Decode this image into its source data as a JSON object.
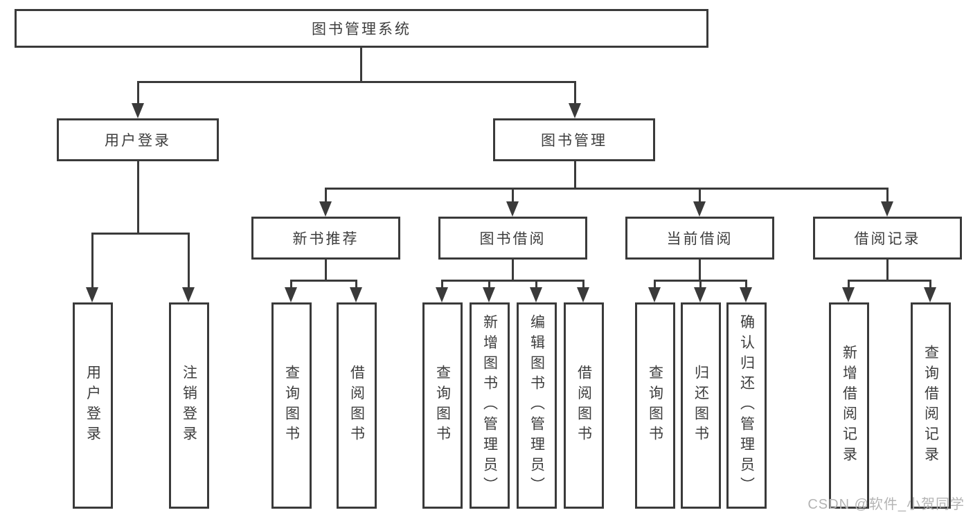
{
  "diagram_title": "图书管理系统",
  "tree": {
    "label": "图书管理系统",
    "children": [
      {
        "label": "用户登录",
        "children": [
          {
            "label": "用户登录"
          },
          {
            "label": "注销登录"
          }
        ]
      },
      {
        "label": "图书管理",
        "children": [
          {
            "label": "新书推荐",
            "children": [
              {
                "label": "查询图书"
              },
              {
                "label": "借阅图书"
              }
            ]
          },
          {
            "label": "图书借阅",
            "children": [
              {
                "label": "查询图书"
              },
              {
                "label": "新增图书（管理员）"
              },
              {
                "label": "编辑图书（管理员）"
              },
              {
                "label": "借阅图书"
              }
            ]
          },
          {
            "label": "当前借阅",
            "children": [
              {
                "label": "查询图书"
              },
              {
                "label": "归还图书"
              },
              {
                "label": "确认归还（管理员）"
              }
            ]
          },
          {
            "label": "借阅记录",
            "children": [
              {
                "label": "新增借阅记录"
              },
              {
                "label": "查询借阅记录"
              }
            ]
          }
        ]
      }
    ]
  },
  "watermark": {
    "text": "CSDN @软件_小贺同学"
  },
  "colors": {
    "line": "#3a3a3a",
    "text": "#3d3d3d",
    "box_background": "#ffffff",
    "watermark": "#b4b4b4",
    "page_background": "#ffffff"
  }
}
